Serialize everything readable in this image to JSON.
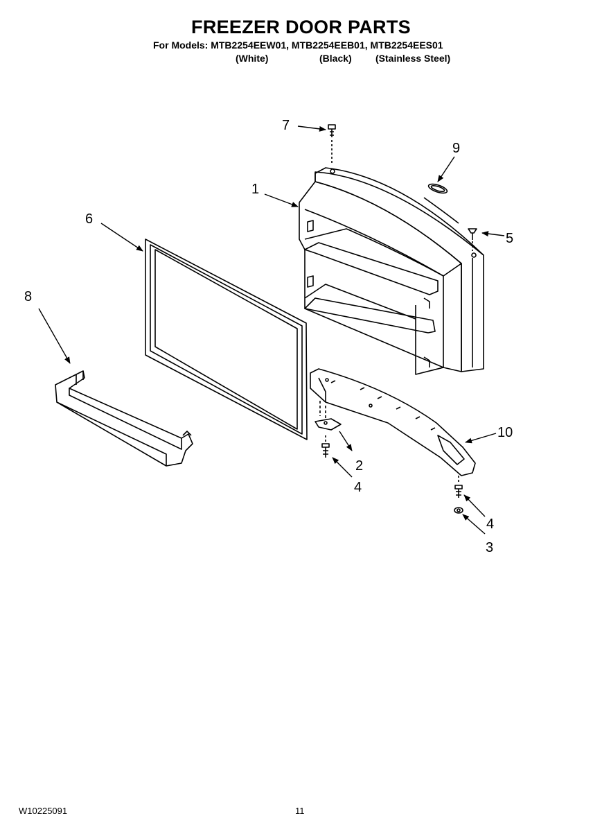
{
  "header": {
    "title": "FREEZER DOOR PARTS",
    "models_line": "For Models: MTB2254EEW01, MTB2254EEB01, MTB2254EES01",
    "variants": [
      "(White)",
      "(Black)",
      "(Stainless Steel)"
    ]
  },
  "callouts": [
    {
      "id": "1",
      "label": "1"
    },
    {
      "id": "2",
      "label": "2"
    },
    {
      "id": "3",
      "label": "3"
    },
    {
      "id": "4a",
      "label": "4"
    },
    {
      "id": "4b",
      "label": "4"
    },
    {
      "id": "5",
      "label": "5"
    },
    {
      "id": "6",
      "label": "6"
    },
    {
      "id": "7",
      "label": "7"
    },
    {
      "id": "8",
      "label": "8"
    },
    {
      "id": "9",
      "label": "9"
    },
    {
      "id": "10",
      "label": "10"
    }
  ],
  "footer": {
    "doc_number": "W10225091",
    "page_number": "11"
  }
}
